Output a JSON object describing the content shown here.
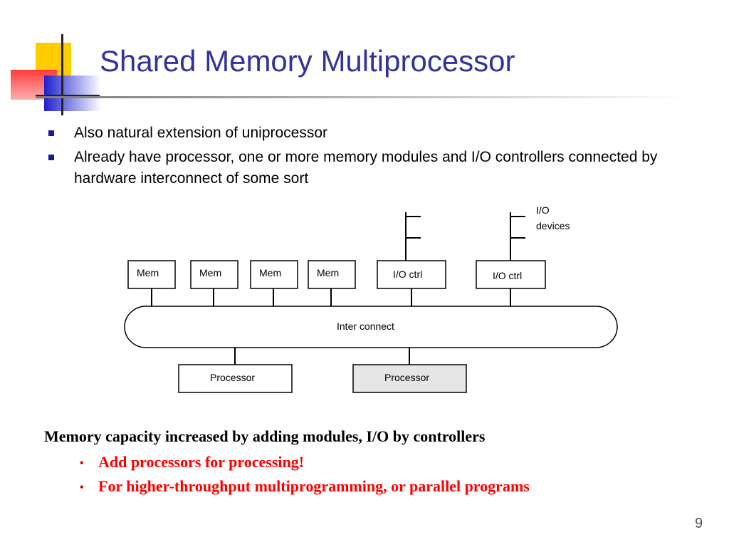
{
  "title": "Shared Memory Multiprocessor",
  "bullets": [
    "Also natural extension of uniprocessor",
    "Already have processor, one or more memory modules and I/O controllers connected by hardware interconnect of some sort"
  ],
  "diagram": {
    "mem_labels": [
      "Mem",
      "Mem",
      "Mem",
      "Mem"
    ],
    "io_ctrl_labels": [
      "I/O ctrl",
      "I/O ctrl"
    ],
    "io_devices_label": [
      "I/O",
      "devices"
    ],
    "interconnect_label": "Inter connect",
    "processor_labels": [
      "Processor",
      "Processor"
    ]
  },
  "footer": {
    "main": "Memory capacity increased by adding modules, I/O by controllers",
    "subs": [
      "Add processors for processing!",
      "For higher-throughput multiprogramming, or parallel programs"
    ],
    "sub_bullet_char": "•"
  },
  "page_number": "9",
  "colors": {
    "title": "#333399",
    "accent_red": "#ff0000",
    "bullet_square": "#1a1a99"
  }
}
